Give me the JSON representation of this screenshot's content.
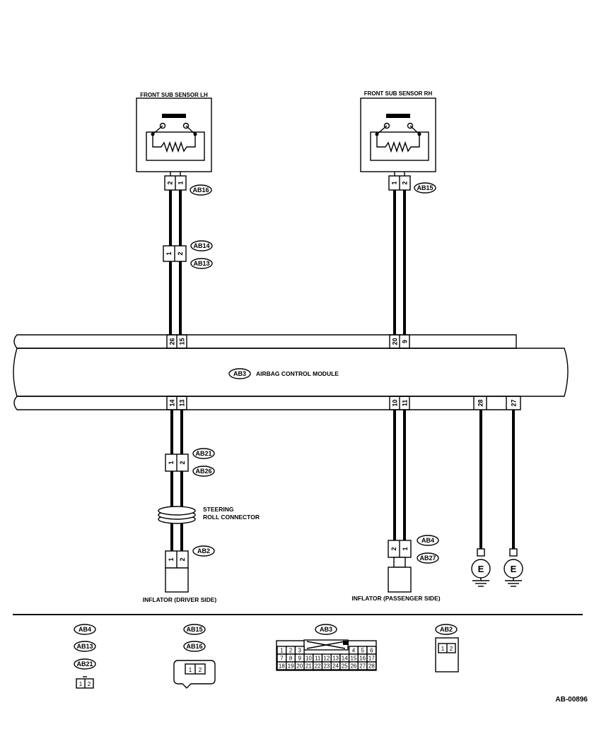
{
  "diagram": {
    "sensor_lh": {
      "title": "FRONT SUB SENSOR LH",
      "pins": [
        "2",
        "1"
      ],
      "connector": "AB16"
    },
    "mid_lh": {
      "pins": [
        "1",
        "2"
      ],
      "connectors": [
        "AB14",
        "AB13"
      ]
    },
    "sensor_rh": {
      "title": "FRONT SUB SENSOR RH",
      "pins": [
        "1",
        "2"
      ],
      "connector": "AB15"
    },
    "module": {
      "code": "AB3",
      "title": "AIRBAG CONTROL MODULE",
      "top_pins": [
        "26",
        "15",
        "20",
        "9"
      ],
      "bottom_pins": [
        "14",
        "13",
        "10",
        "11",
        "28",
        "27"
      ]
    },
    "driver_mid": {
      "pins": [
        "1",
        "2"
      ],
      "connectors": [
        "AB21",
        "AB26"
      ]
    },
    "steering": {
      "line1": "STEERING",
      "line2": "ROLL CONNECTOR"
    },
    "driver_inflator": {
      "pins": [
        "1",
        "2"
      ],
      "connector": "AB2",
      "label": "INFLATOR (DRIVER SIDE)"
    },
    "passenger_inflator": {
      "pins": [
        "2",
        "1"
      ],
      "connectors": [
        "AB4",
        "AB27"
      ],
      "label": "INFLATOR (PASSENGER SIDE)"
    },
    "ground_label": "E"
  },
  "legend": {
    "group1": {
      "codes": [
        "AB4",
        "AB13",
        "AB21"
      ],
      "pins": [
        "1",
        "2"
      ]
    },
    "group2": {
      "codes": [
        "AB15",
        "AB16"
      ],
      "pins": [
        "1",
        "2"
      ]
    },
    "group3": {
      "code": "AB3",
      "rows": [
        [
          "1",
          "2",
          "3",
          "4",
          "5",
          "6"
        ],
        [
          "7",
          "8",
          "9",
          "10",
          "11",
          "12",
          "13",
          "14",
          "15",
          "16",
          "17"
        ],
        [
          "18",
          "19",
          "20",
          "21",
          "22",
          "23",
          "24",
          "25",
          "26",
          "27",
          "28"
        ]
      ]
    },
    "group4": {
      "code": "AB2",
      "pins": [
        "1",
        "2"
      ]
    }
  },
  "figure_id": "AB-00896"
}
